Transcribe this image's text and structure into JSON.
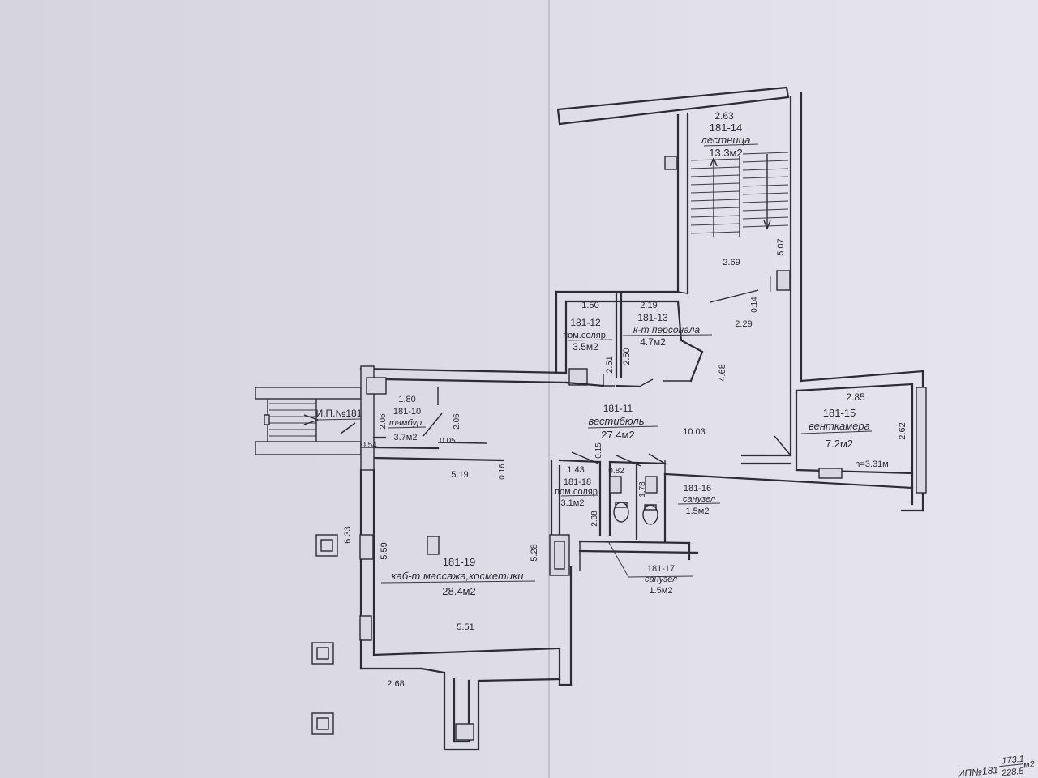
{
  "rooms": [
    {
      "id": "181-14",
      "name": "лестница",
      "area": "13.3м2",
      "width": "2.63"
    },
    {
      "id": "181-13",
      "name": "к-т персонала",
      "area": "4.7м2",
      "width": "2.19"
    },
    {
      "id": "181-12",
      "name": "пом.соляр.",
      "area": "3.5м2",
      "width": "1.50"
    },
    {
      "id": "181-11",
      "name": "вестибюль",
      "area": "27.4м2"
    },
    {
      "id": "181-10",
      "name": "тамбур",
      "area": "3.7м2",
      "width": "1.80"
    },
    {
      "id": "181-15",
      "name": "венткамера",
      "area": "7.2м2",
      "width": "2.85",
      "height_note": "h=3.31м"
    },
    {
      "id": "181-18",
      "name": "пом.соляр.",
      "area": "3.1м2",
      "width": "1.43"
    },
    {
      "id": "181-16",
      "name": "санузел",
      "area": "1.5м2"
    },
    {
      "id": "181-17",
      "name": "санузел",
      "area": "1.5м2"
    },
    {
      "id": "181-19",
      "name": "каб-т массажа,косметики",
      "area": "28.4м2"
    }
  ],
  "entry_label": "И.П.№181",
  "dimensions": {
    "d269": "2.69",
    "d507": "5.07",
    "d014": "0.14",
    "d229": "2.29",
    "d468": "4.68",
    "d251": "2.51",
    "d250": "2.50",
    "d1003": "10.03",
    "d262": "2.62",
    "d206a": "2.06",
    "d206b": "2.06",
    "d054": "0.54",
    "d005": "0.05",
    "d519": "5.19",
    "d016": "0.16",
    "d015": "0.15",
    "d082": "0.82",
    "d178": "1.78",
    "d238": "2.38",
    "d633": "6.33",
    "d559": "5.59",
    "d528": "5.28",
    "d551": "5.51",
    "d268": "2.68"
  },
  "footer": {
    "label": "ИП№181",
    "fraction_top": "173.1",
    "fraction_bottom": "228.5",
    "unit": "м2"
  }
}
